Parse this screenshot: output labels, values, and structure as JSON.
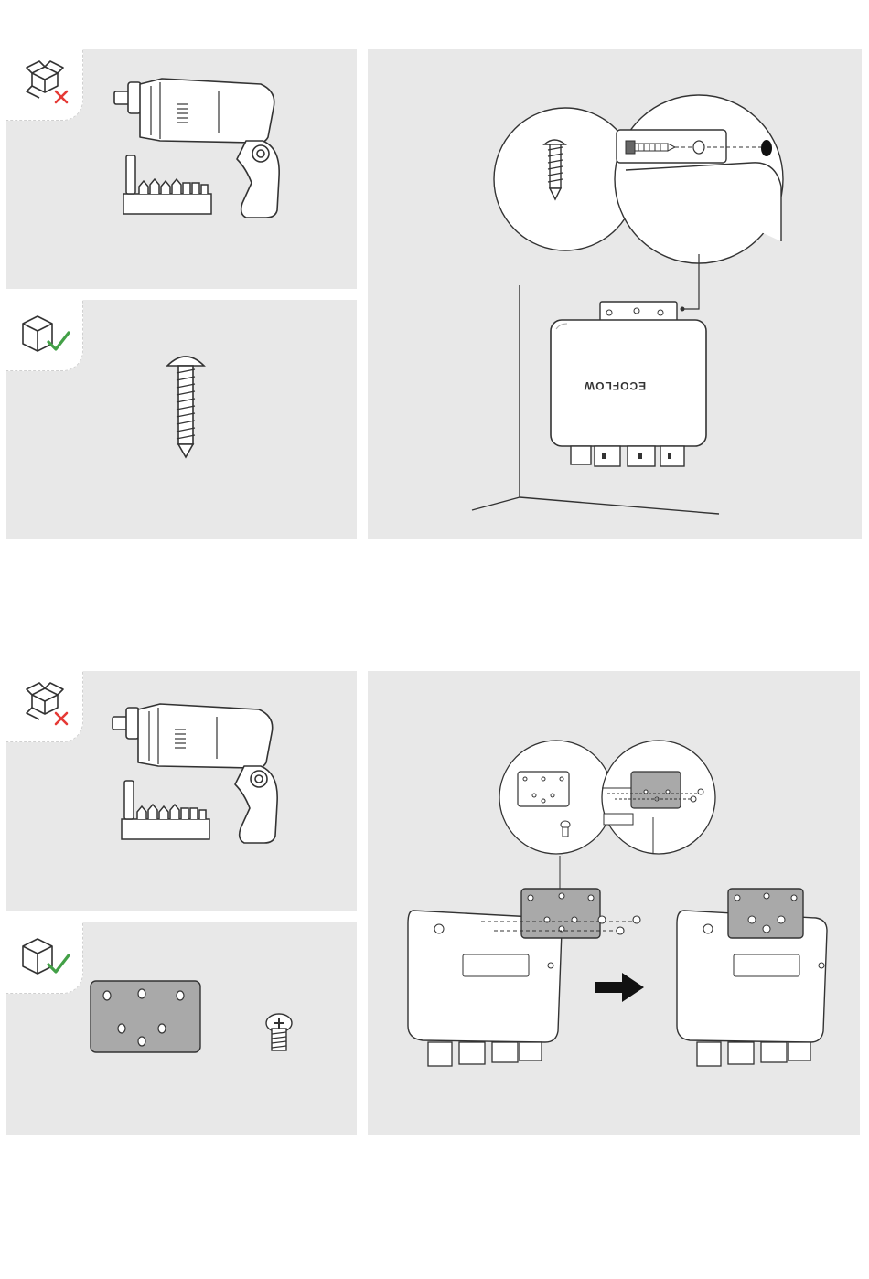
{
  "step1": {
    "not_included_icon": "box-with-red-x-icon",
    "included_icon": "box-with-green-check-icon",
    "tools": [
      "drill",
      "drill-bit-set"
    ],
    "included_parts": [
      "self-tapping-screw"
    ]
  },
  "step2": {
    "not_included_icon": "box-with-red-x-icon",
    "included_icon": "box-with-green-check-icon",
    "tools": [
      "drill",
      "drill-bit-set"
    ],
    "included_parts": [
      "mounting-plate",
      "countersunk-screw"
    ]
  },
  "device": {
    "brand_logo": "ECOFLOW"
  },
  "colors": {
    "panel": "#e8e8e8",
    "line": "#333333",
    "red_x": "#e53935",
    "green_check": "#43a047"
  }
}
